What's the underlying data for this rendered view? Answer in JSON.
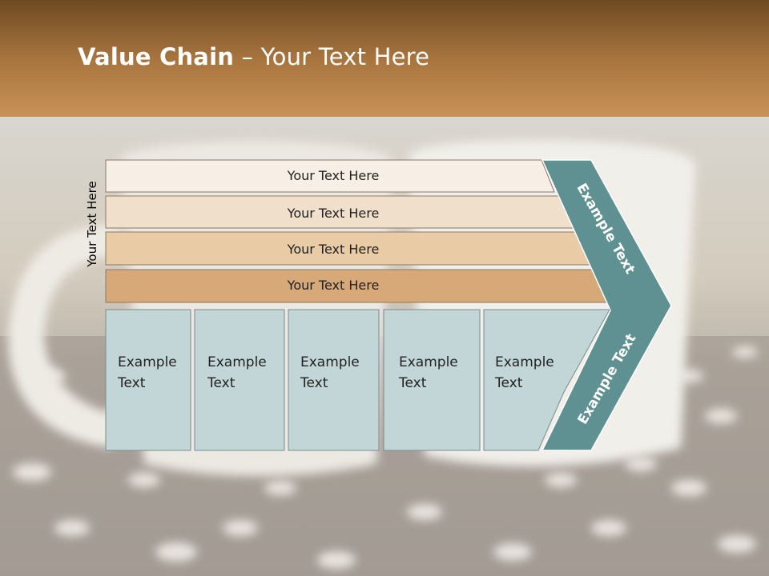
{
  "slide": {
    "title_bold": "Value Chain",
    "title_rest": " – Your Text Here",
    "side_label": "Your Text Here"
  },
  "bands": [
    {
      "label": "Your Text Here",
      "color": "#f7efe6"
    },
    {
      "label": "Your Text Here",
      "color": "#f0dfcb"
    },
    {
      "label": "Your Text Here",
      "color": "#e9cba6"
    },
    {
      "label": "Your Text Here",
      "color": "#d7a878"
    }
  ],
  "boxes": [
    {
      "line1": "Example",
      "line2": "Text"
    },
    {
      "line1": "Example",
      "line2": "Text"
    },
    {
      "line1": "Example",
      "line2": "Text"
    },
    {
      "line1": "Example",
      "line2": "Text"
    },
    {
      "line1": "Example",
      "line2": "Text"
    }
  ],
  "arrow": {
    "upper_label": "Example Text",
    "lower_label": "Example Text",
    "color": "#5f9193"
  },
  "colors": {
    "header": "#a7743e",
    "box_fill": "#c3d6d7",
    "box_stroke": "#7a8c8e"
  }
}
